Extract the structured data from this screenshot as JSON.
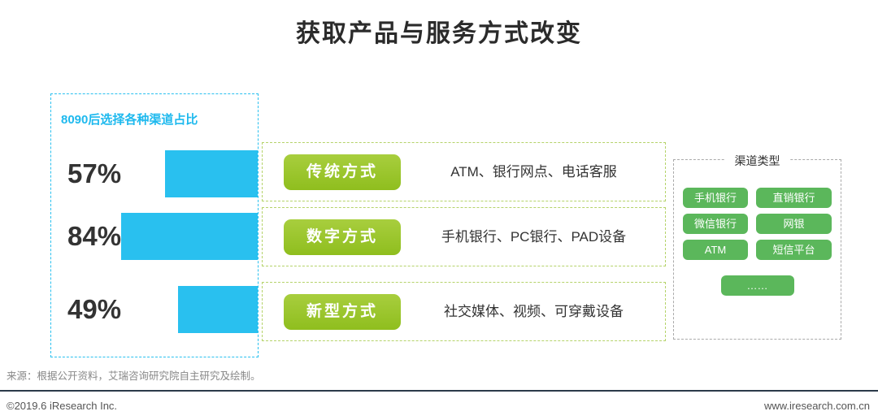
{
  "page": {
    "title": "获取产品与服务方式改变",
    "source_note": "来源：根据公开资料，艾瑞咨询研究院自主研究及绘制。",
    "footer_left": "©2019.6 iResearch Inc.",
    "footer_right": "www.iresearch.com.cn"
  },
  "colors": {
    "bar_cyan": "#29c0ef",
    "pill_green": "#9cc62f",
    "button_green": "#5bb75b",
    "dashed_green": "#b5d36a",
    "footer_line": "#2b3a4a"
  },
  "left_panel": {
    "label": "8090后选择各种渠道占比",
    "rows": [
      {
        "percent": "57%",
        "value": 57
      },
      {
        "percent": "84%",
        "value": 84
      },
      {
        "percent": "49%",
        "value": 49
      }
    ]
  },
  "methods": [
    {
      "label": "传统方式",
      "desc": "ATM、银行网点、电话客服"
    },
    {
      "label": "数字方式",
      "desc": "手机银行、PC银行、PAD设备"
    },
    {
      "label": "新型方式",
      "desc": "社交媒体、视频、可穿戴设备"
    }
  ],
  "channel_panel": {
    "title": "渠道类型",
    "buttons": [
      "手机银行",
      "直销银行",
      "微信银行",
      "网银",
      "ATM",
      "短信平台"
    ],
    "more": "……"
  },
  "chart_data": {
    "type": "bar",
    "orientation": "horizontal",
    "title": "8090后选择各种渠道占比",
    "categories": [
      "传统方式",
      "数字方式",
      "新型方式"
    ],
    "values": [
      57,
      84,
      49
    ],
    "unit": "%",
    "xlim": [
      0,
      100
    ],
    "annotations": [
      {
        "category": "传统方式",
        "label": "57%",
        "channels": "ATM、银行网点、电话客服"
      },
      {
        "category": "数字方式",
        "label": "84%",
        "channels": "手机银行、PC银行、PAD设备"
      },
      {
        "category": "新型方式",
        "label": "49%",
        "channels": "社交媒体、视频、可穿戴设备"
      }
    ],
    "legend_position": "none",
    "grid": false
  }
}
